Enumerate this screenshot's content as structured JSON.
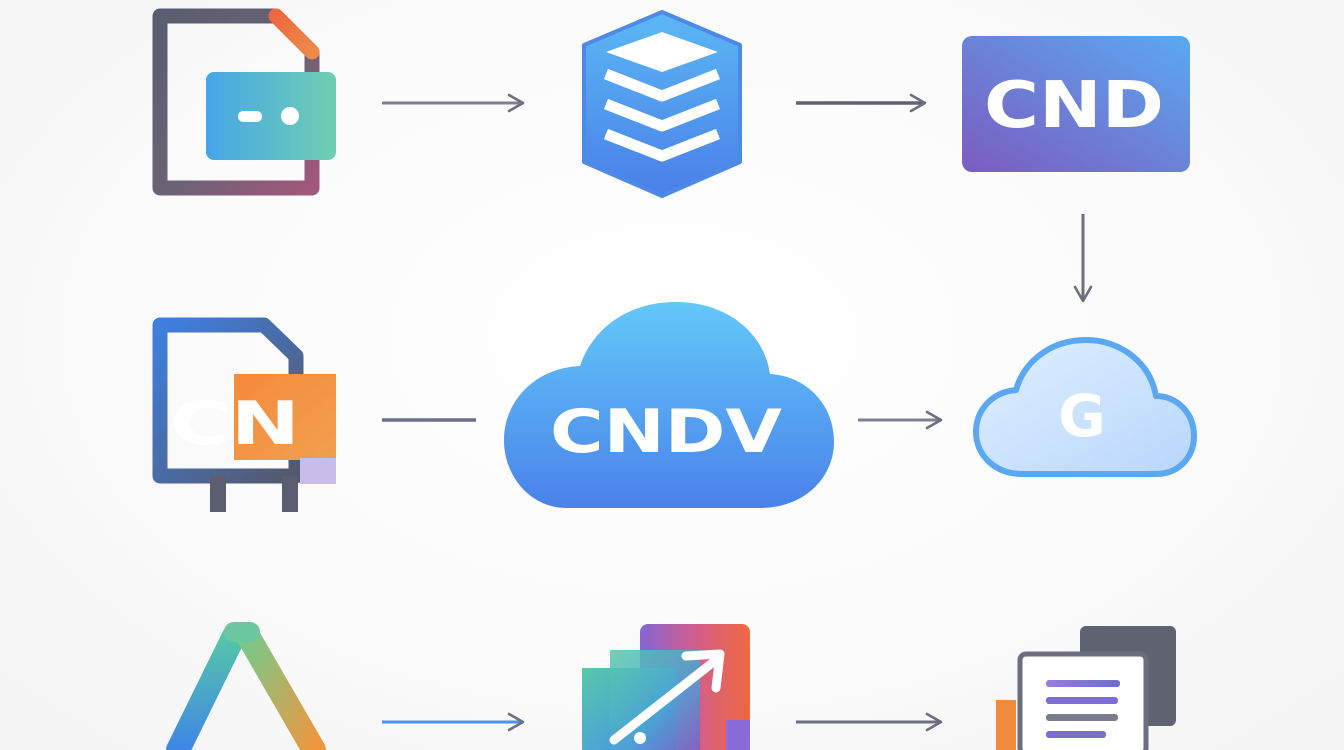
{
  "diagram": {
    "nodes": {
      "cnd_box": {
        "label": "CND"
      },
      "cn_doc": {
        "label": "CN"
      },
      "cndv_cloud": {
        "label": "CNDV"
      },
      "g_cloud": {
        "label": "G"
      }
    },
    "icons": [
      "file-card-icon",
      "database-stack-icon",
      "cnd-box-icon",
      "cn-document-icon",
      "cndv-cloud-icon",
      "g-cloud-icon",
      "triangle-logo-icon",
      "chart-growth-icon",
      "message-document-icon"
    ],
    "colors": {
      "arrow": "#6b6f7e",
      "blue": "#4f8ff0",
      "purple": "#7d60c8",
      "orange": "#f08a3c",
      "teal": "#4cc3b0",
      "dark": "#54586a"
    }
  }
}
